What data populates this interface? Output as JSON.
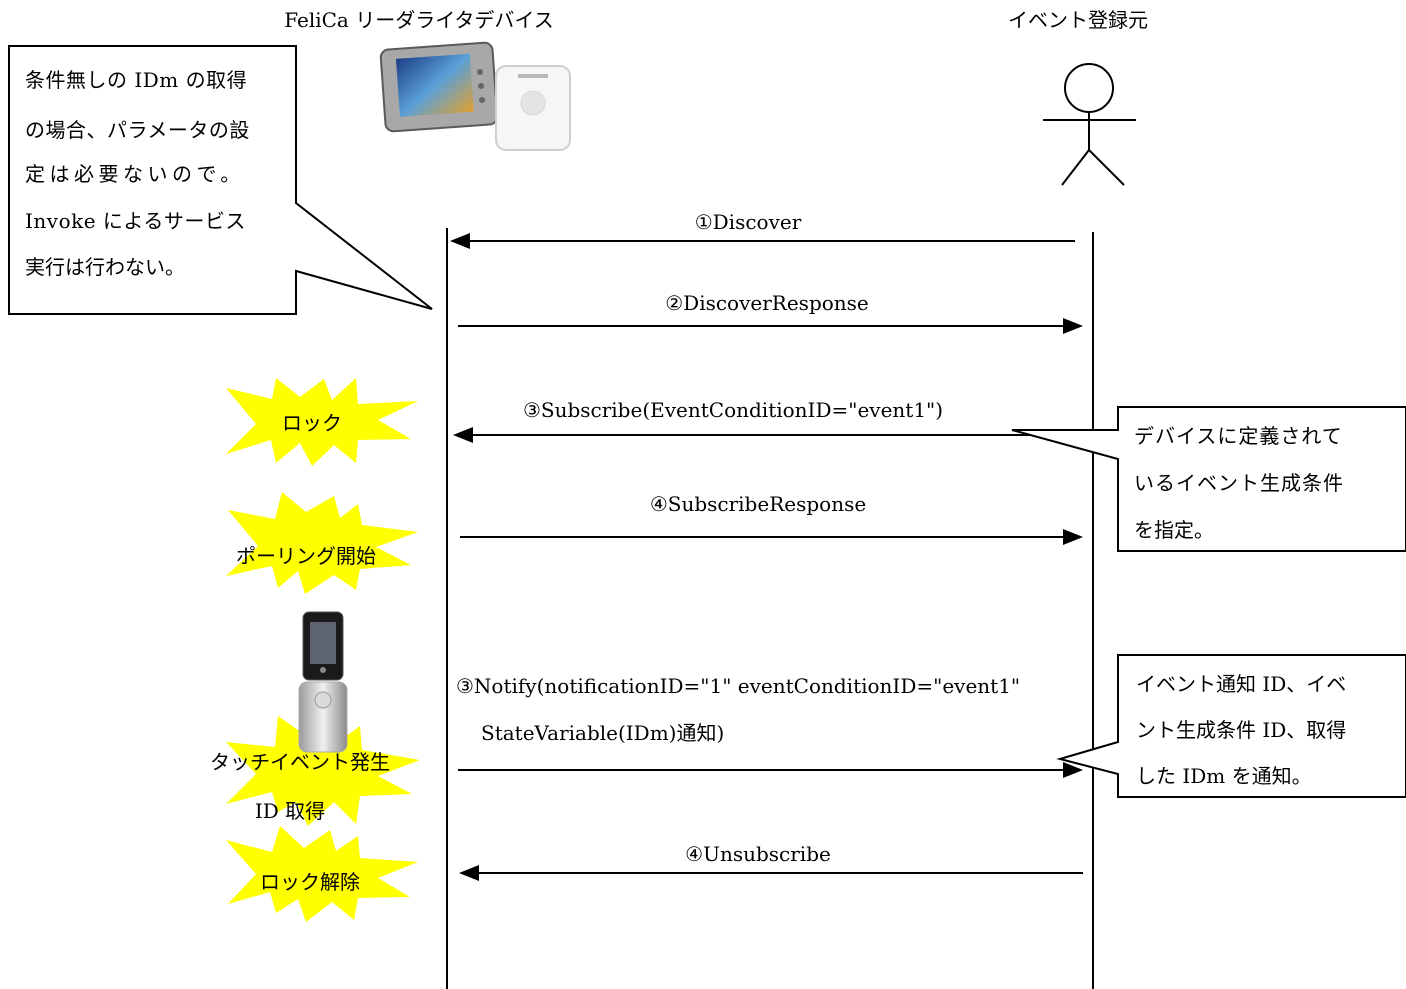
{
  "participants": {
    "device": "FeliCa リーダライタデバイス",
    "registrant": "イベント登録元"
  },
  "messages": [
    {
      "label": "①Discover",
      "direction": "left"
    },
    {
      "label": "②DiscoverResponse",
      "direction": "right"
    },
    {
      "label": "③Subscribe(EventConditionID=\"event1\")",
      "direction": "left"
    },
    {
      "label": "④SubscribeResponse",
      "direction": "right"
    },
    {
      "label": "③Notify(notificationID=\"1\" eventConditionID=\"event1\"",
      "label_line2": "StateVariable(IDm)通知)",
      "direction": "right"
    },
    {
      "label": "④Unsubscribe",
      "direction": "left"
    }
  ],
  "notes": {
    "left_note": [
      "条件無しの IDm の取得",
      "の場合、パラメータの設",
      "定は必要ないので。",
      "Invoke によるサービス",
      "実行は行わない。"
    ],
    "subscribe_note": [
      "デバイスに定義されて",
      "いるイベント生成条件",
      "を指定。"
    ],
    "notify_note": [
      "イベント通知 ID、イベ",
      "ント生成条件 ID、取得",
      "した IDm を通知。"
    ]
  },
  "events": {
    "lock": "ロック",
    "polling_start": "ポーリング開始",
    "touch_event": "タッチイベント発生",
    "id_acquired": "ID 取得",
    "unlock": "ロック解除"
  },
  "icons": [
    "pda-reader-icon",
    "felica-reader-icon",
    "actor-stick-figure-icon",
    "mobile-phone-icon"
  ],
  "colors": {
    "burst": "#ffff00",
    "line": "#000000",
    "background": "#ffffff"
  }
}
